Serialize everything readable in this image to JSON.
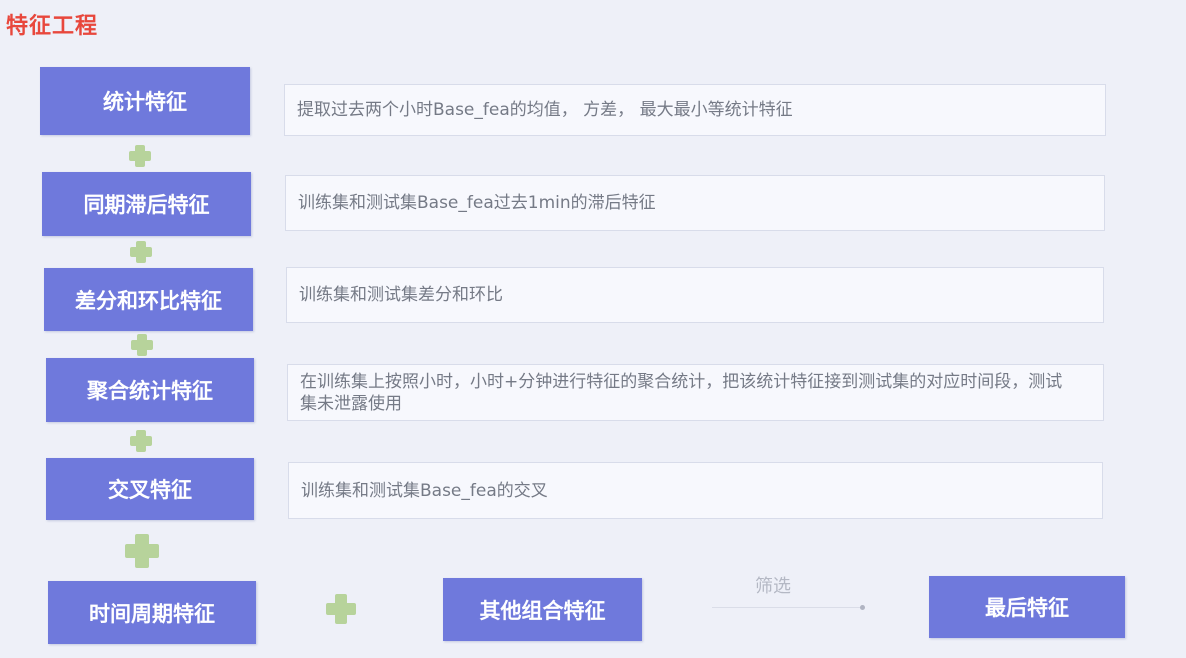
{
  "title": "特征工程",
  "steps": [
    {
      "label": "统计特征",
      "desc": "提取过去两个小时Base_fea的均值， 方差， 最大最小等统计特征"
    },
    {
      "label": "同期滞后特征",
      "desc": "训练集和测试集Base_fea过去1min的滞后特征"
    },
    {
      "label": "差分和环比特征",
      "desc": "训练集和测试集差分和环比"
    },
    {
      "label": "聚合统计特征",
      "desc": "在训练集上按照小时，小时+分钟进行特征的聚合统计，把该统计特征接到测试集的对应时间段，测试集未泄露使用"
    },
    {
      "label": "交叉特征",
      "desc": "训练集和测试集Base_fea的交叉"
    }
  ],
  "bottom": {
    "time_feature": "时间周期特征",
    "other_feature": "其他组合特征",
    "filter_label": "筛选",
    "final_feature": "最后特征"
  },
  "colors": {
    "title": "#e8473c",
    "box": "#6f79dc",
    "plus": "#b7d39b",
    "desc_text": "#757a86"
  }
}
